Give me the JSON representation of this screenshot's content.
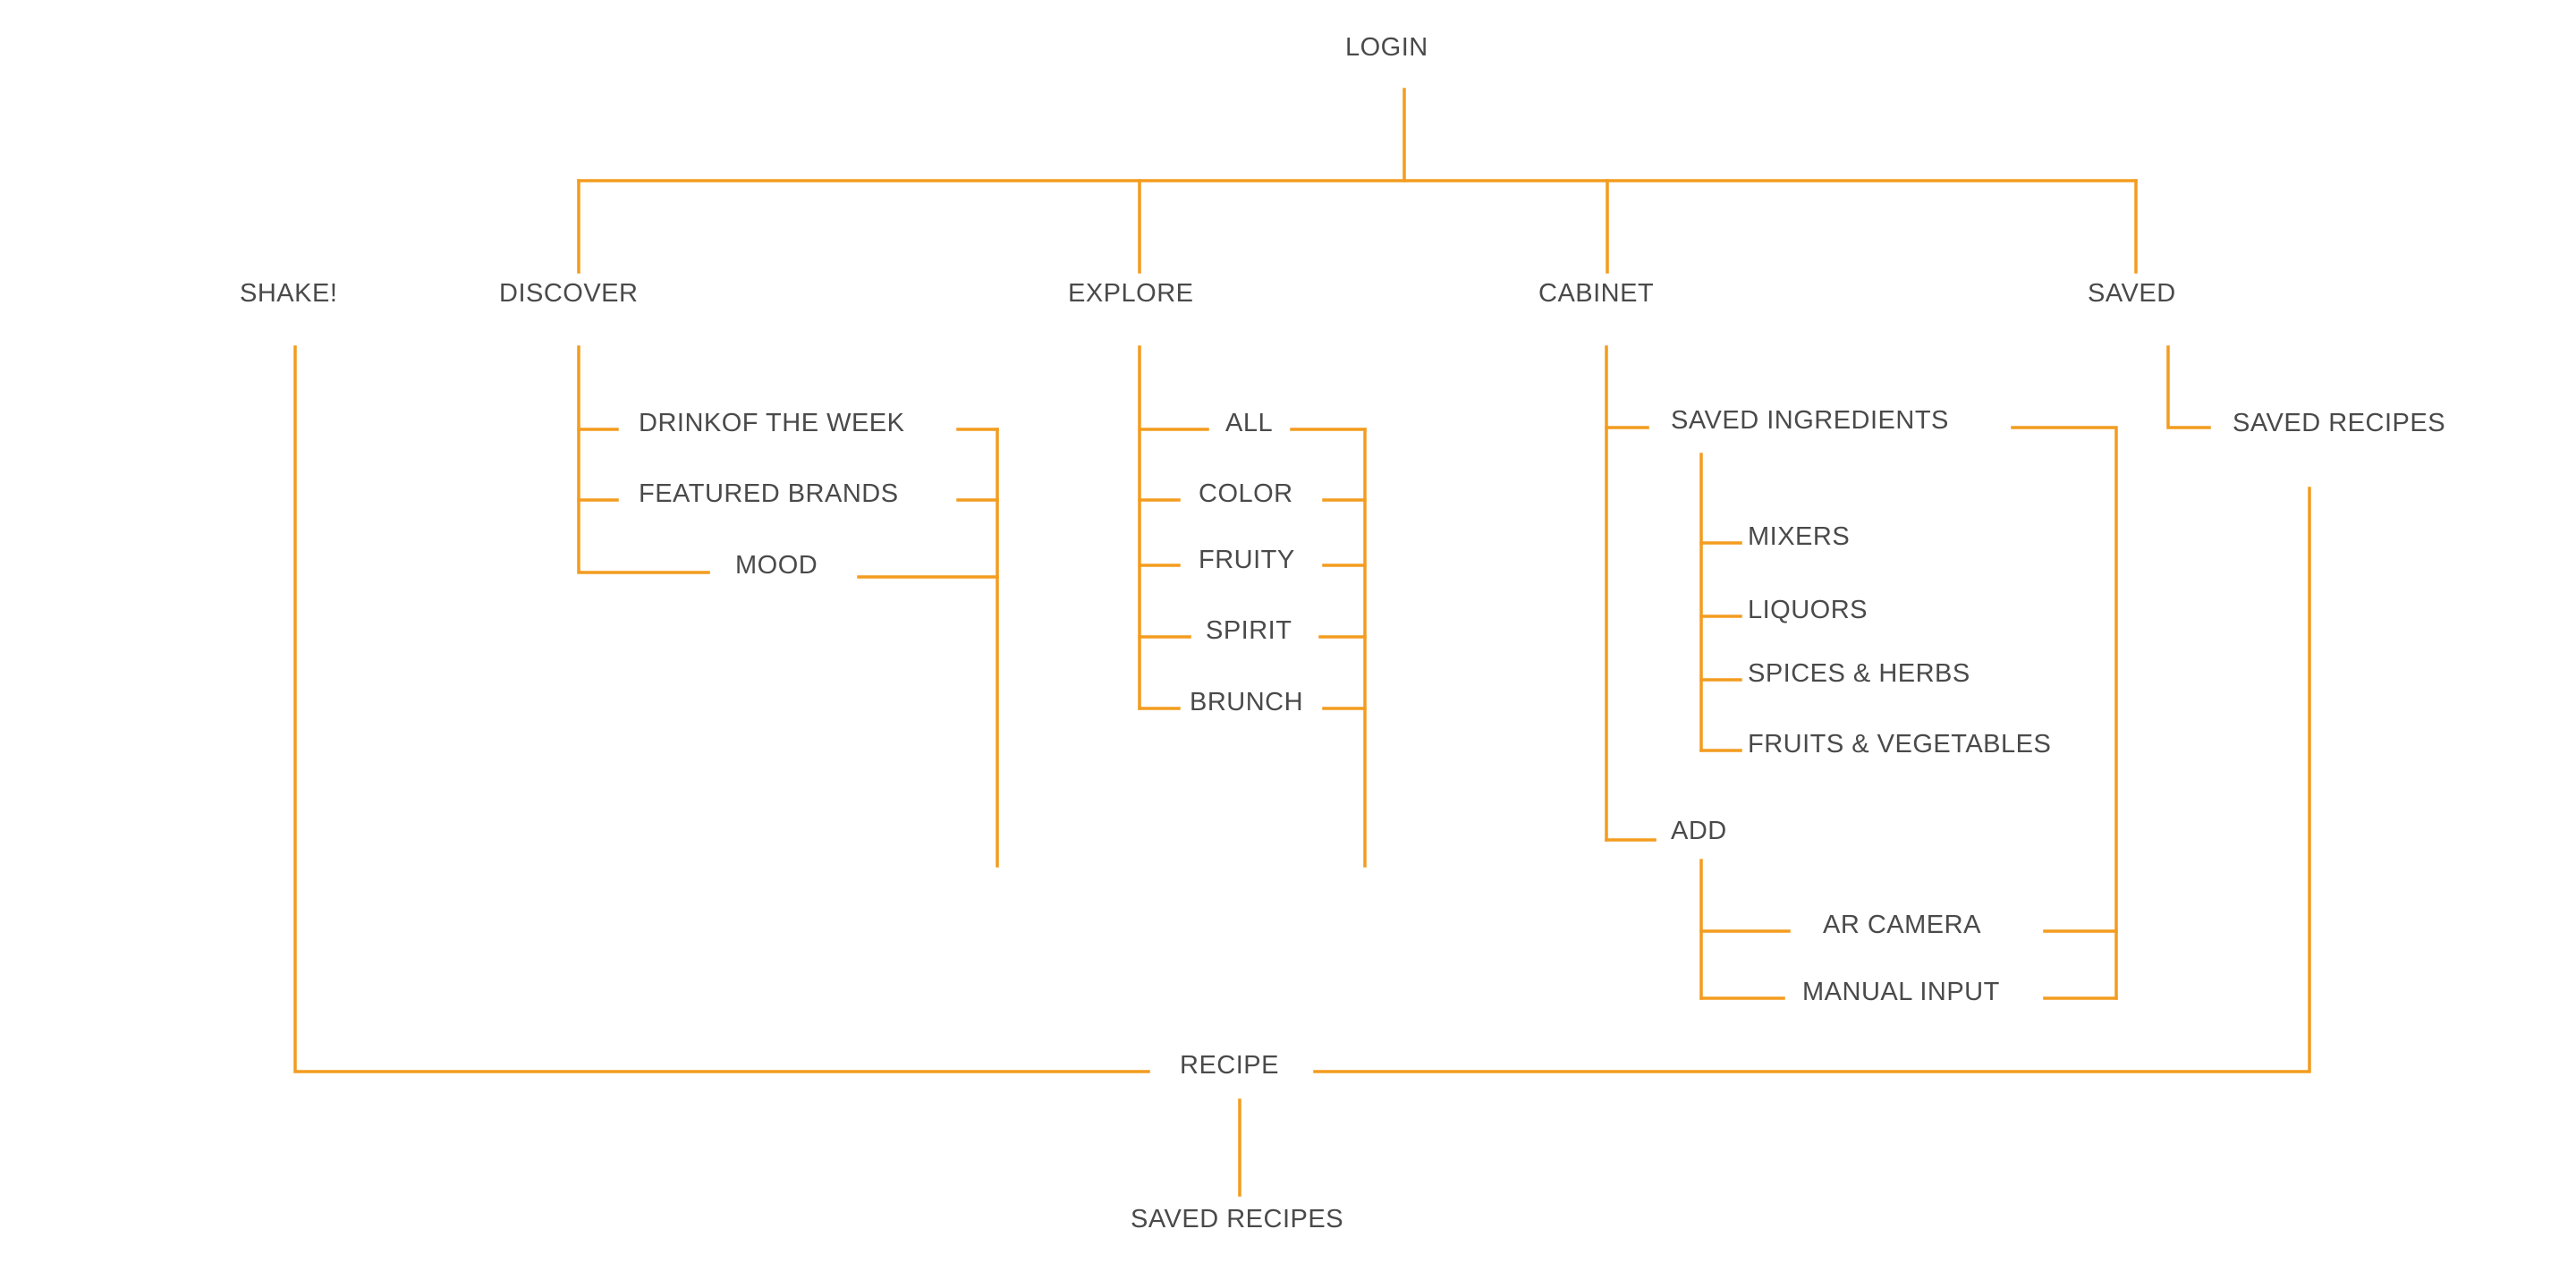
{
  "colors": {
    "line": "#F39C1F",
    "text": "#4A4A4A",
    "background": "#FFFFFF"
  },
  "nodes": {
    "login": "LOGIN",
    "shake": "SHAKE!",
    "discover": "DISCOVER",
    "explore": "EXPLORE",
    "cabinet": "CABINET",
    "saved": "SAVED",
    "drink_of_the_week": "DRINKOF THE WEEK",
    "featured_brands": "FEATURED BRANDS",
    "mood": "MOOD",
    "all": "ALL",
    "color": "COLOR",
    "fruity": "FRUITY",
    "spirit": "SPIRIT",
    "brunch": "BRUNCH",
    "saved_ingredients": "SAVED INGREDIENTS",
    "mixers": "MIXERS",
    "liquors": "LIQUORS",
    "spices_herbs": "SPICES & HERBS",
    "fruits_vegetables": "FRUITS & VEGETABLES",
    "add": "ADD",
    "ar_camera": "AR CAMERA",
    "manual_input": "MANUAL INPUT",
    "saved_recipes_top": "SAVED RECIPES",
    "recipe": "RECIPE",
    "saved_recipes_bottom": "SAVED RECIPES"
  }
}
